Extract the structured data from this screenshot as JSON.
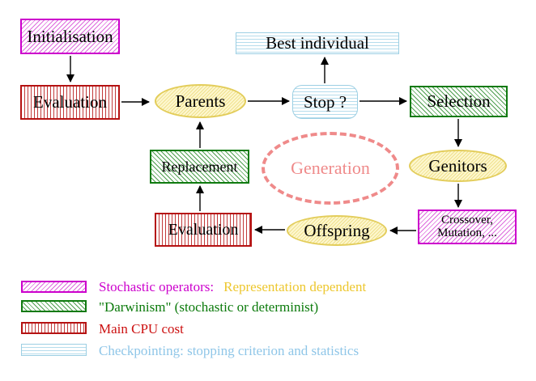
{
  "diagram": {
    "nodes": {
      "initialisation": "Initialisation",
      "evaluation_top": "Evaluation",
      "parents": "Parents",
      "best_individual": "Best individual",
      "stop": "Stop ?",
      "selection": "Selection",
      "genitors": "Genitors",
      "replacement": "Replacement",
      "generation": "Generation",
      "offspring": "Offspring",
      "evaluation_bottom": "Evaluation",
      "crossover_line1": "Crossover,",
      "crossover_line2": "Mutation, ..."
    },
    "edges": [
      {
        "from": "initialisation",
        "to": "evaluation_top"
      },
      {
        "from": "evaluation_top",
        "to": "parents"
      },
      {
        "from": "parents",
        "to": "stop"
      },
      {
        "from": "stop",
        "to": "best_individual"
      },
      {
        "from": "stop",
        "to": "selection"
      },
      {
        "from": "selection",
        "to": "genitors"
      },
      {
        "from": "genitors",
        "to": "crossover"
      },
      {
        "from": "crossover",
        "to": "offspring"
      },
      {
        "from": "offspring",
        "to": "evaluation_bottom"
      },
      {
        "from": "evaluation_bottom",
        "to": "replacement"
      },
      {
        "from": "replacement",
        "to": "parents"
      }
    ],
    "legend": [
      {
        "name": "stochastic-operators",
        "label": "Stochastic operators:",
        "label_suffix": "Representation dependent"
      },
      {
        "name": "darwinism",
        "label": "\"Darwinism\" (stochastic or determinist)"
      },
      {
        "name": "main-cpu-cost",
        "label": "Main CPU cost"
      },
      {
        "name": "checkpointing",
        "label": "Checkpointing: stopping criterion and statistics"
      }
    ],
    "colors": {
      "magenta_border": "#cc00cc",
      "magenta_hatch": "#dd6add",
      "green_border": "#0f7a0f",
      "green_hatch": "#4d9e4d",
      "red_border": "#b51212",
      "red_hatch": "#c23b3b",
      "cyan_border": "#9ccfe3",
      "cyan_hatch": "#b5dcec",
      "yellow_border": "#e3cd5b",
      "yellow_fill": "#fdf7cf",
      "generation_pink": "#ef8a8a",
      "legend_gold_text": "#edc72e",
      "legend_green_text": "#0b7a0b",
      "legend_red_text": "#cc1111",
      "legend_blue_text": "#8fc6e8",
      "arrow": "#000000"
    }
  }
}
